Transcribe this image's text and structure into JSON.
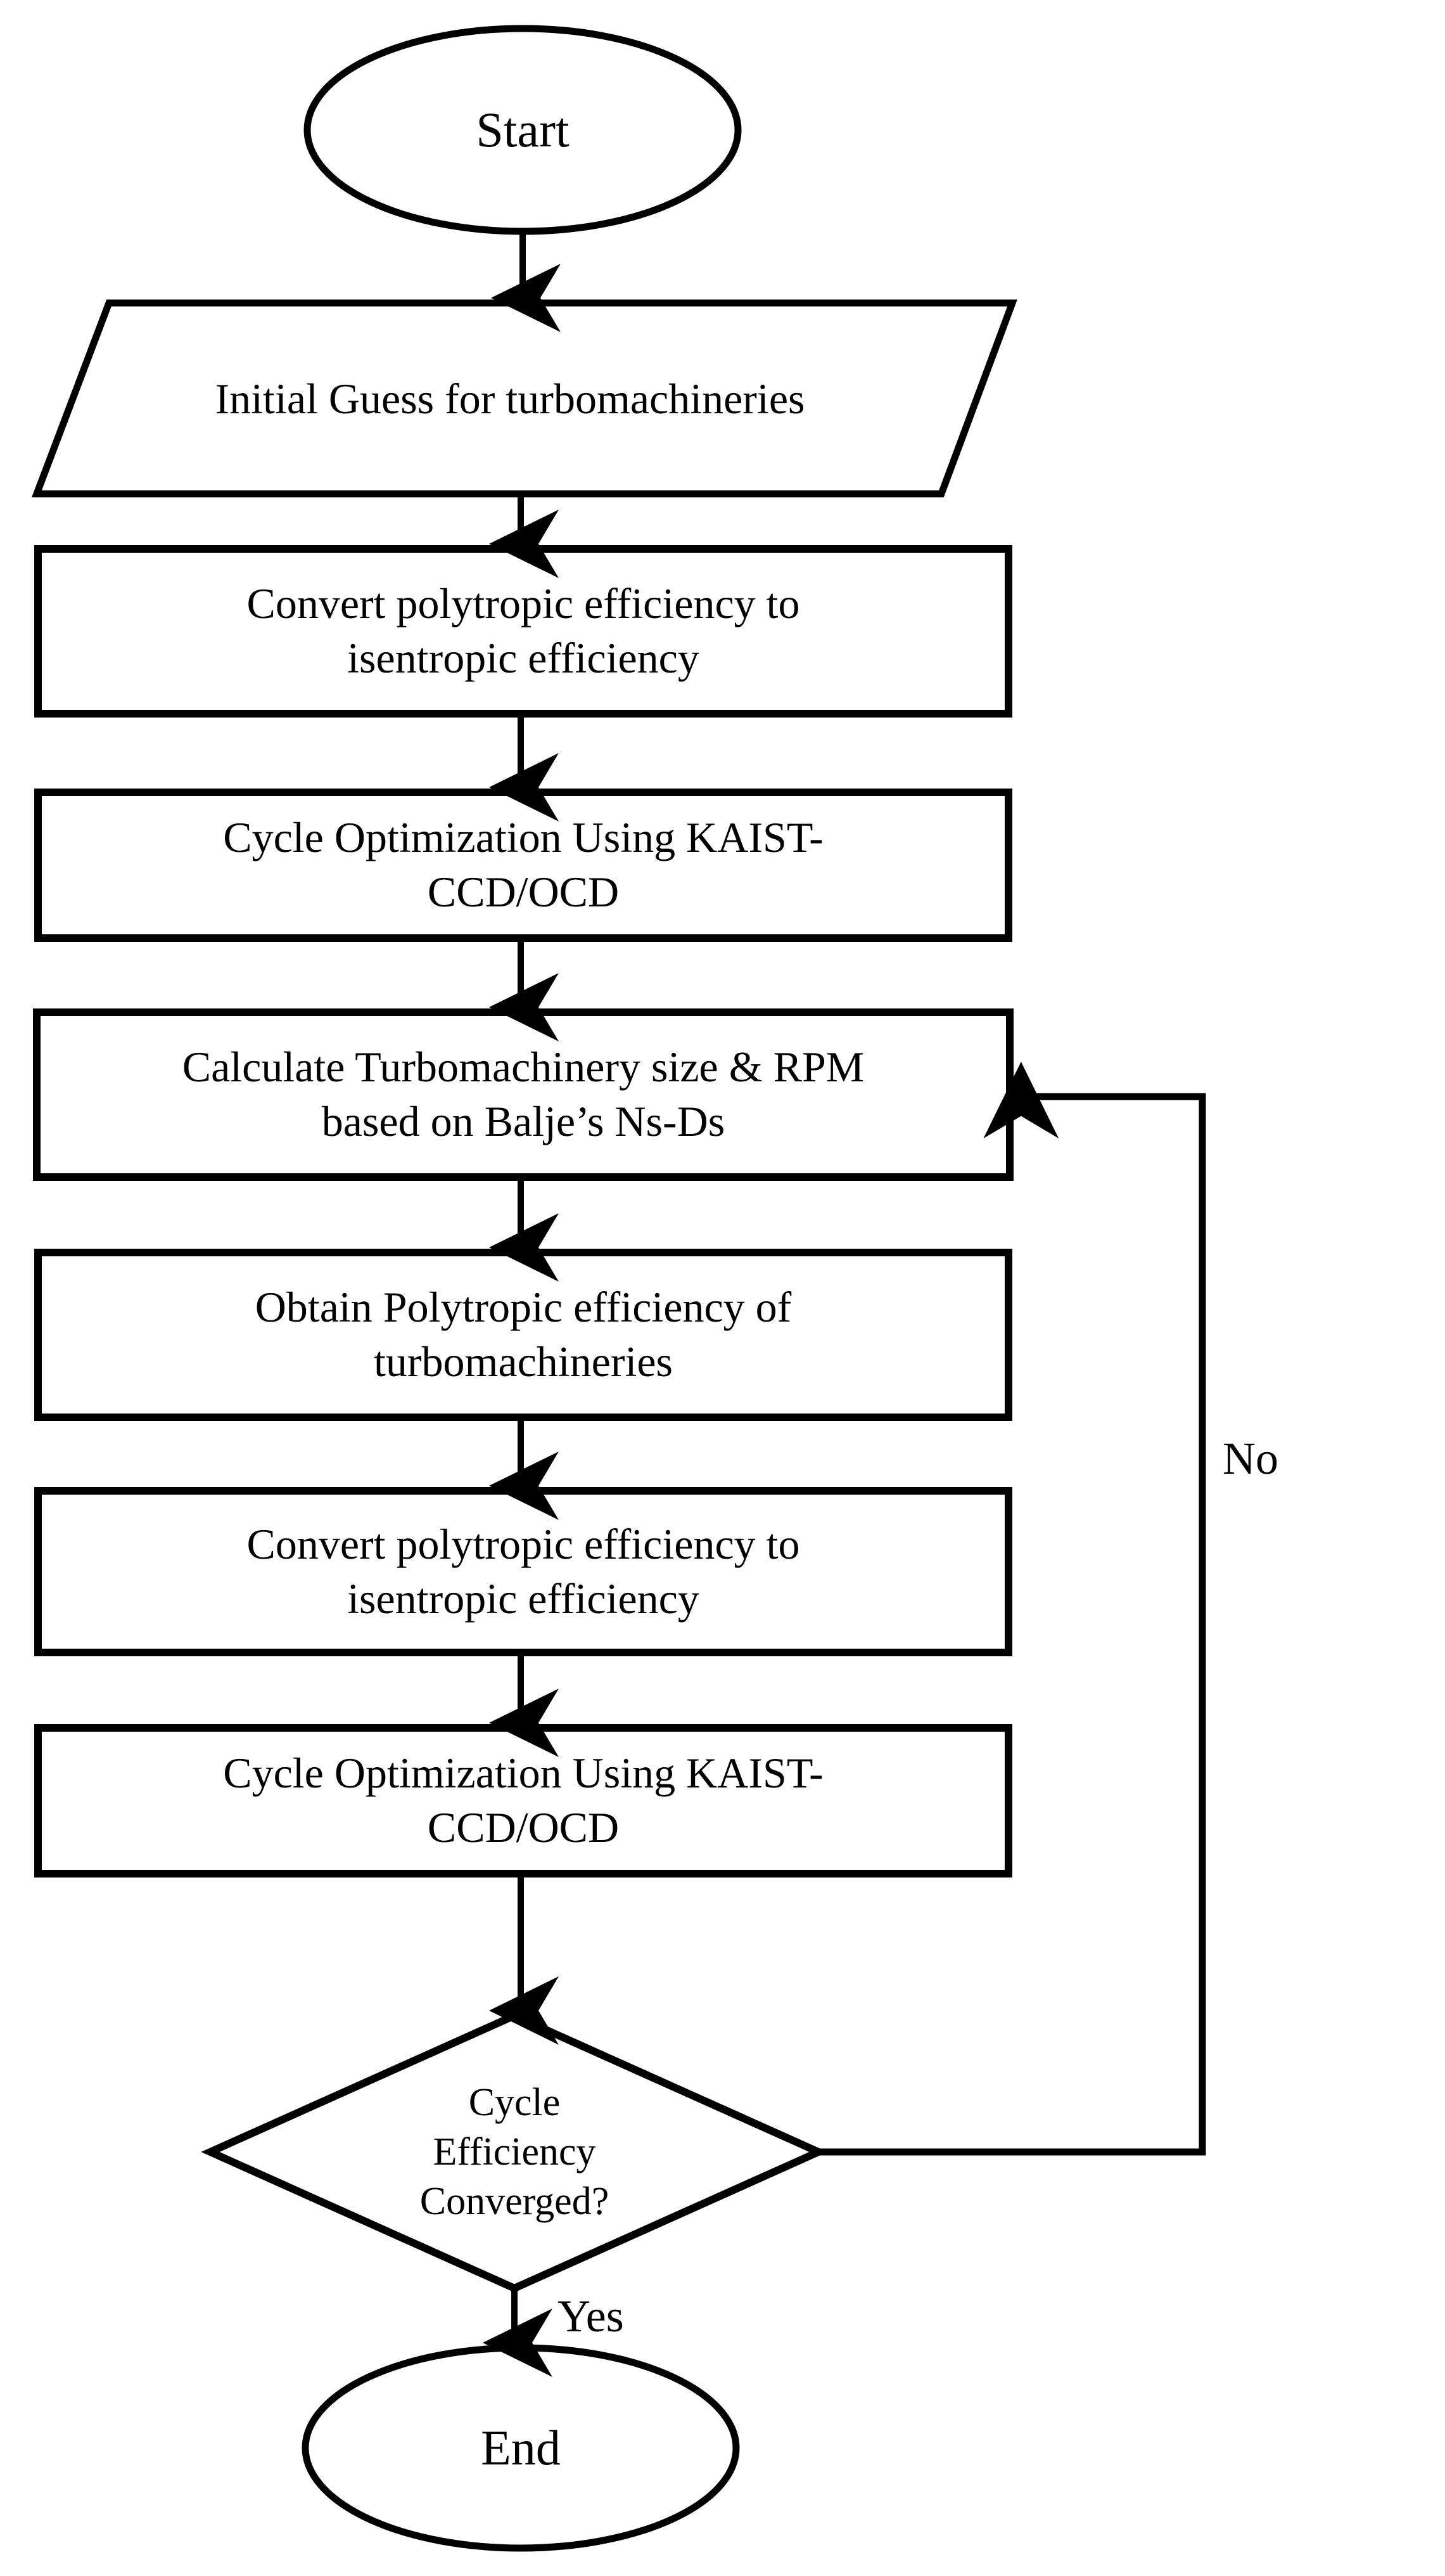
{
  "diagram": {
    "type": "flowchart",
    "orientation": "top-to-bottom",
    "background_color": "#ffffff",
    "line_color": "#000000",
    "text_color": "#000000"
  },
  "nodes": {
    "start": {
      "label": "Start",
      "shape": "ellipse"
    },
    "initial_guess": {
      "label": "Initial Guess for turbomachineries",
      "shape": "parallelogram"
    },
    "convert_1": {
      "label": "Convert polytropic efficiency to\nisentropic efficiency",
      "shape": "rectangle"
    },
    "cycle_opt_1": {
      "label": "Cycle Optimization Using KAIST-\nCCD/OCD",
      "shape": "rectangle"
    },
    "calculate_size": {
      "label": "Calculate Turbomachinery size & RPM\nbased on Balje’s Ns-Ds",
      "shape": "rectangle"
    },
    "obtain_poly": {
      "label": "Obtain Polytropic efficiency of\nturbomachineries",
      "shape": "rectangle"
    },
    "convert_2": {
      "label": "Convert polytropic efficiency to\nisentropic efficiency",
      "shape": "rectangle"
    },
    "cycle_opt_2": {
      "label": "Cycle Optimization Using KAIST-\nCCD/OCD",
      "shape": "rectangle"
    },
    "decision": {
      "label": "Cycle\nEfficiency\nConverged?",
      "shape": "diamond"
    },
    "end": {
      "label": "End",
      "shape": "ellipse"
    }
  },
  "edge_labels": {
    "no": "No",
    "yes": "Yes"
  },
  "edges": [
    {
      "from": "start",
      "to": "initial_guess",
      "label": ""
    },
    {
      "from": "initial_guess",
      "to": "convert_1",
      "label": ""
    },
    {
      "from": "convert_1",
      "to": "cycle_opt_1",
      "label": ""
    },
    {
      "from": "cycle_opt_1",
      "to": "calculate_size",
      "label": ""
    },
    {
      "from": "calculate_size",
      "to": "obtain_poly",
      "label": ""
    },
    {
      "from": "obtain_poly",
      "to": "convert_2",
      "label": ""
    },
    {
      "from": "convert_2",
      "to": "cycle_opt_2",
      "label": ""
    },
    {
      "from": "cycle_opt_2",
      "to": "decision",
      "label": ""
    },
    {
      "from": "decision",
      "to": "calculate_size",
      "label": "No"
    },
    {
      "from": "decision",
      "to": "end",
      "label": "Yes"
    }
  ]
}
